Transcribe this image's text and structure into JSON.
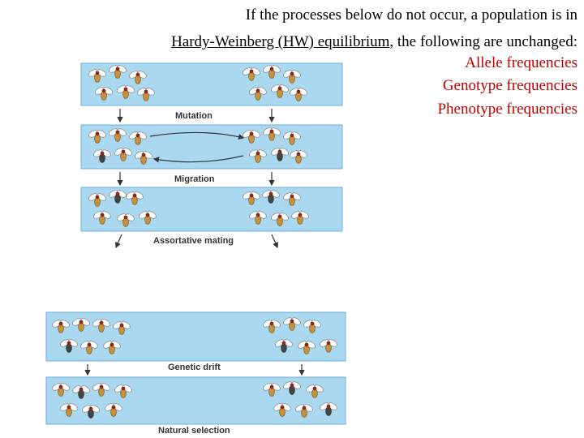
{
  "heading": {
    "line1": "If the processes below do not occur, a population is in",
    "line2_underlined": "Hardy-Weinberg (HW) equilibrium",
    "line2_rest": ", the following are unchanged:",
    "items": [
      "Allele frequencies",
      "Genotype frequencies",
      "Phenotype frequencies"
    ]
  },
  "colors": {
    "panel": "#a9d8f0",
    "panel_border": "#6fb0d8",
    "text_red": "#c00000"
  },
  "processes": [
    "Mutation",
    "Migration",
    "Assortative mating",
    "Genetic drift",
    "Natural selection"
  ],
  "icons": {
    "organism": "fly-icon",
    "flow": "arrow-icon"
  }
}
